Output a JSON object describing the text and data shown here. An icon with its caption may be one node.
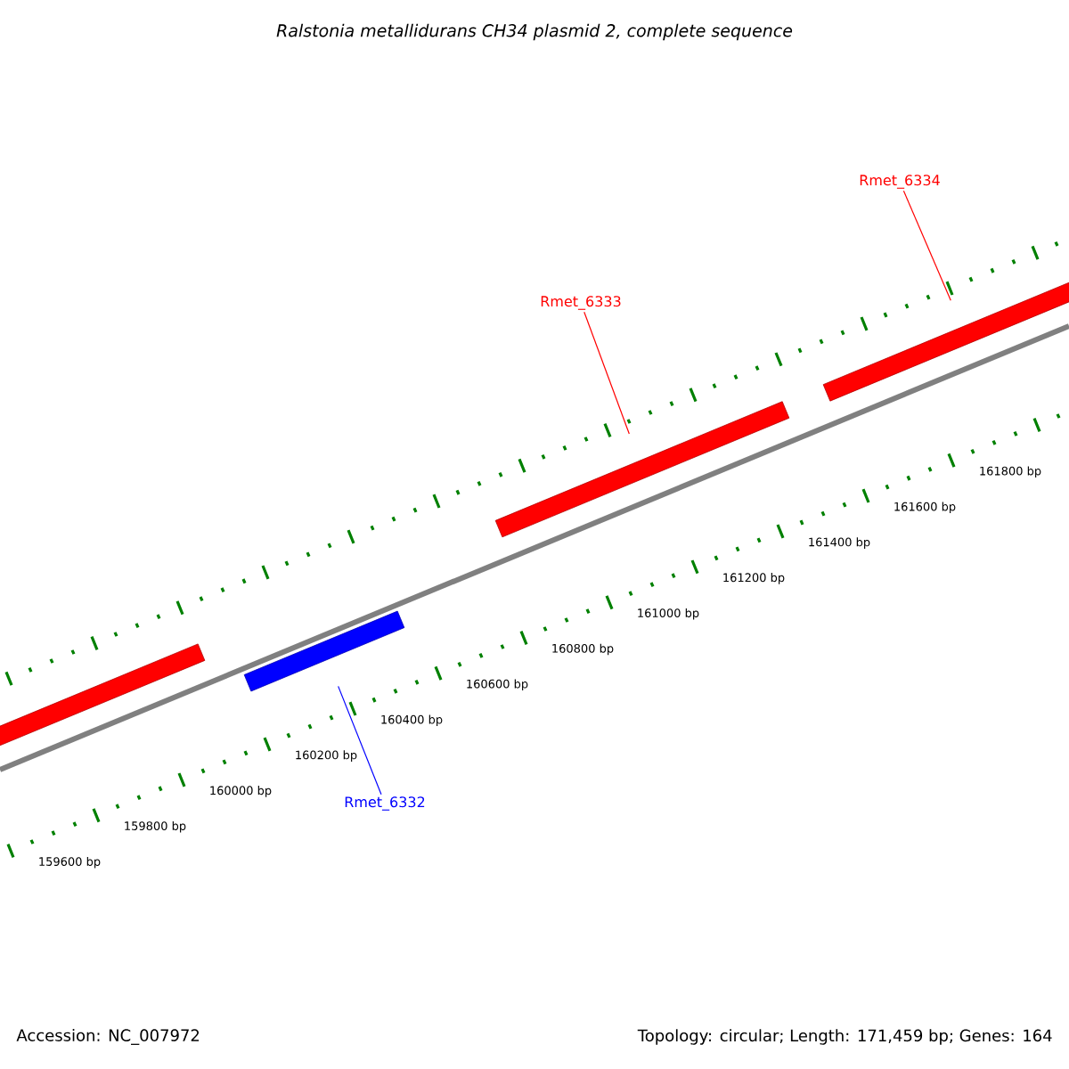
{
  "diagram": {
    "title": "Ralstonia metallidurans CH34 plasmid 2, complete sequence",
    "nodes": [
      {
        "text": [
          "Rmet_6334"
        ]
      },
      {
        "text": [
          "Rmet_6333"
        ]
      },
      {
        "text": [
          "Rmet_6332"
        ]
      },
      {
        "text": [],
        "shape": "bar"
      },
      {
        "text": [],
        "shape": "bar"
      },
      {
        "text": [],
        "shape": "bar"
      },
      {
        "text": [],
        "shape": "bar"
      }
    ],
    "edges": [
      {
        "from": 0,
        "to": 6,
        "arrow": "none"
      },
      {
        "from": 1,
        "to": 5,
        "arrow": "none"
      },
      {
        "from": 2,
        "to": 4,
        "arrow": "none",
        "color": "#0000ff"
      }
    ],
    "labels": [
      "161800 bp",
      "161600 bp",
      "161400 bp",
      "161200 bp",
      "161000 bp",
      "160800 bp",
      "160600 bp",
      "160400 bp",
      "160200 bp",
      "160000 bp",
      "159800 bp",
      "159600 bp",
      "Accession: NC_007972",
      "Topology: circular; Length: 171,459 bp; Genes: 164"
    ]
  }
}
